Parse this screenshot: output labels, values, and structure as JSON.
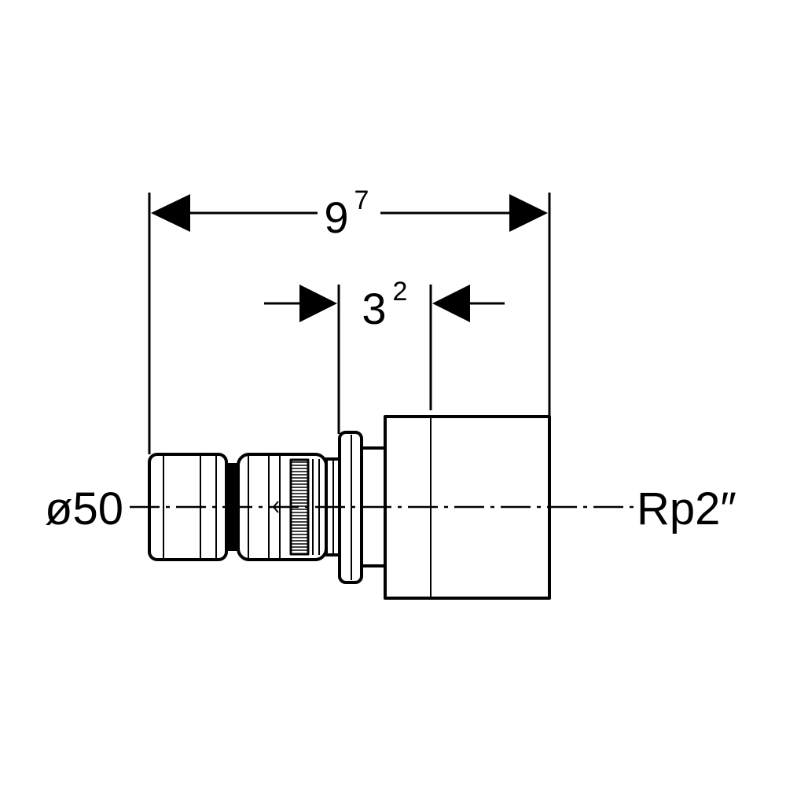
{
  "dimensions": {
    "overall_length": {
      "base": "9",
      "exp": "7"
    },
    "thread_depth": {
      "base": "3",
      "exp": "2"
    }
  },
  "labels": {
    "pipe_diameter": "ø50",
    "thread_size": "Rp2″"
  },
  "colors": {
    "line": "#000000",
    "background": "#ffffff"
  }
}
